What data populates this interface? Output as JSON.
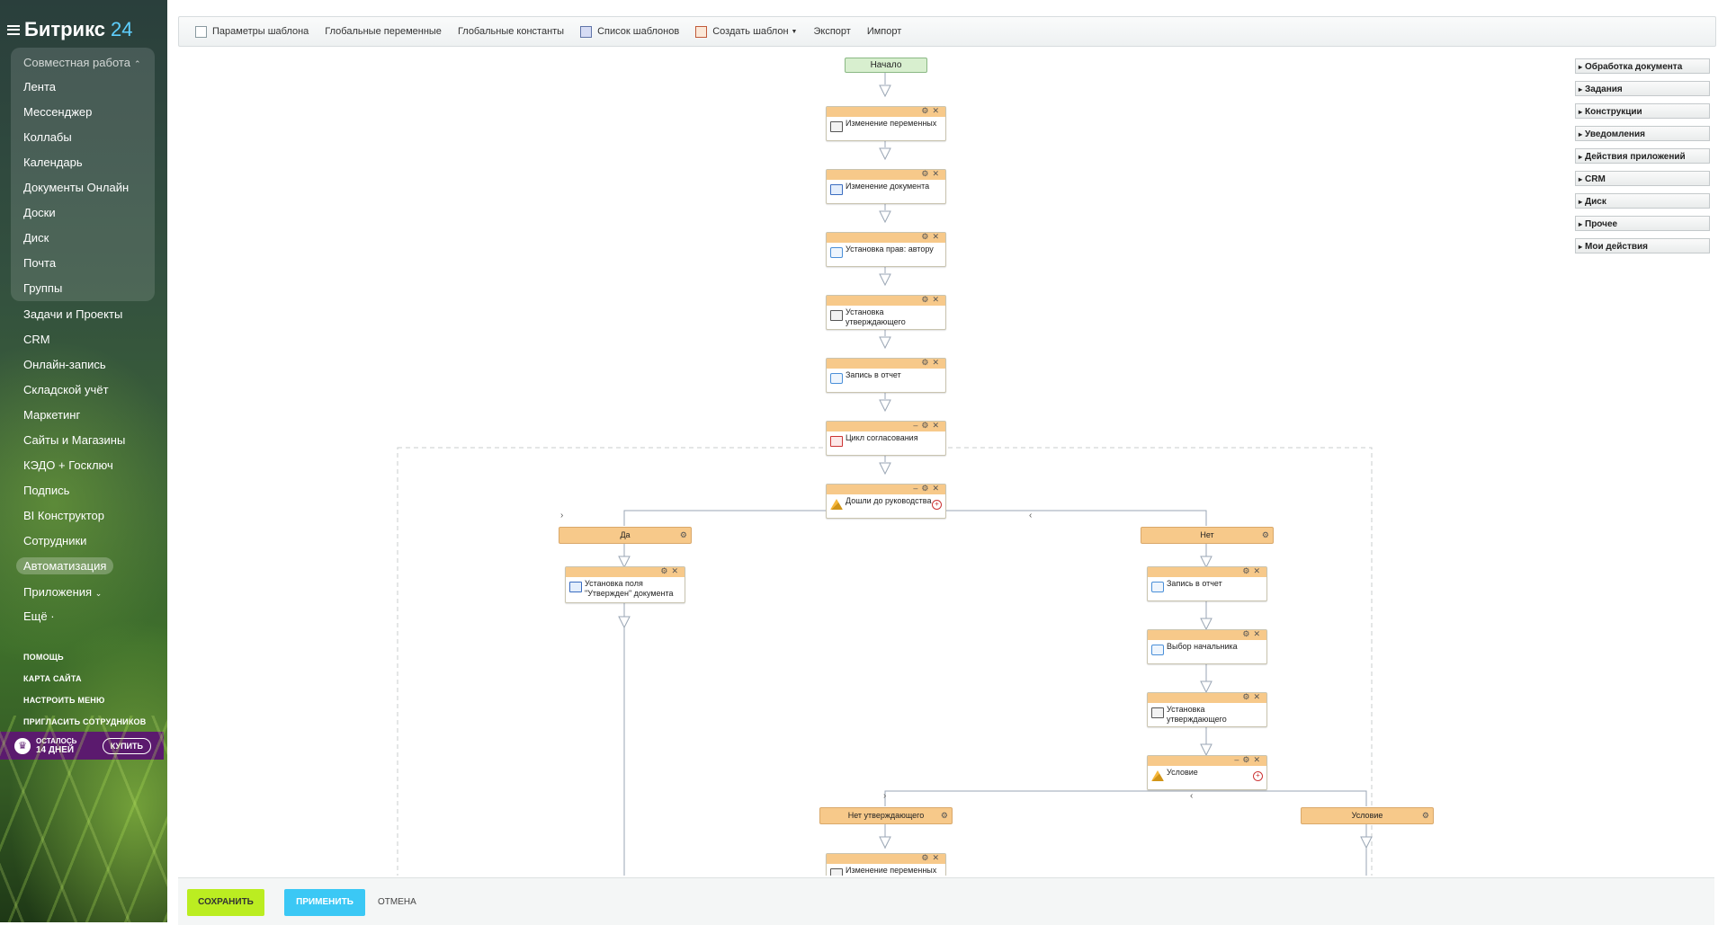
{
  "sidebar": {
    "logo_text": "Битрикс",
    "logo_accent": "24",
    "collab_header": "Совместная работа",
    "collab_items": [
      "Лента",
      "Мессенджер",
      "Коллабы",
      "Календарь",
      "Документы Онлайн",
      "Доски",
      "Диск",
      "Почта",
      "Группы"
    ],
    "items": [
      "Задачи и Проекты",
      "CRM",
      "Онлайн-запись",
      "Складской учёт",
      "Маркетинг",
      "Сайты и Магазины",
      "КЭДО + Госключ",
      "Подпись",
      "BI Конструктор",
      "Сотрудники",
      "Автоматизация",
      "Приложения",
      "Ещё ·"
    ],
    "active_item": "Автоматизация",
    "small_links": [
      "помощь",
      "карта сайта",
      "настроить меню",
      "пригласить сотрудников"
    ],
    "trial": {
      "line1": "осталось",
      "line2": "14 дней",
      "buy": "купить"
    }
  },
  "toolbar": {
    "params": "Параметры шаблона",
    "global_vars": "Глобальные переменные",
    "global_consts": "Глобальные константы",
    "template_list": "Список шаблонов",
    "create_template": "Создать шаблон",
    "export": "Экспорт",
    "import": "Импорт"
  },
  "workflow": {
    "start": "Начало",
    "steps": [
      {
        "label": "Изменение переменных",
        "icon": "var"
      },
      {
        "label": "Изменение документа",
        "icon": "doc"
      },
      {
        "label": "Установка прав: автору",
        "icon": "gear"
      },
      {
        "label": "Установка утверждающего",
        "icon": "var"
      },
      {
        "label": "Запись в отчет",
        "icon": "gear"
      },
      {
        "label": "Цикл согласования",
        "icon": "cycle"
      },
      {
        "label": "Дошли до руководства",
        "icon": "cond"
      }
    ],
    "branch_yes": "Да",
    "branch_no": "Нет",
    "yes_step": "Установка поля \"Утвержден\" документа",
    "no_steps": [
      {
        "label": "Запись в отчет",
        "icon": "gear"
      },
      {
        "label": "Выбор начальника",
        "icon": "gear"
      },
      {
        "label": "Установка утверждающего",
        "icon": "var"
      },
      {
        "label": "Условие",
        "icon": "cond"
      }
    ],
    "branch_no_approver": "Нет утверждающего",
    "branch_condition": "Условие",
    "last_step": "Изменение переменных"
  },
  "palette": [
    "Обработка документа",
    "Задания",
    "Конструкции",
    "Уведомления",
    "Действия приложений",
    "CRM",
    "Диск",
    "Прочее",
    "Мои действия"
  ],
  "footer": {
    "save": "Сохранить",
    "apply": "Применить",
    "cancel": "Отмена"
  }
}
